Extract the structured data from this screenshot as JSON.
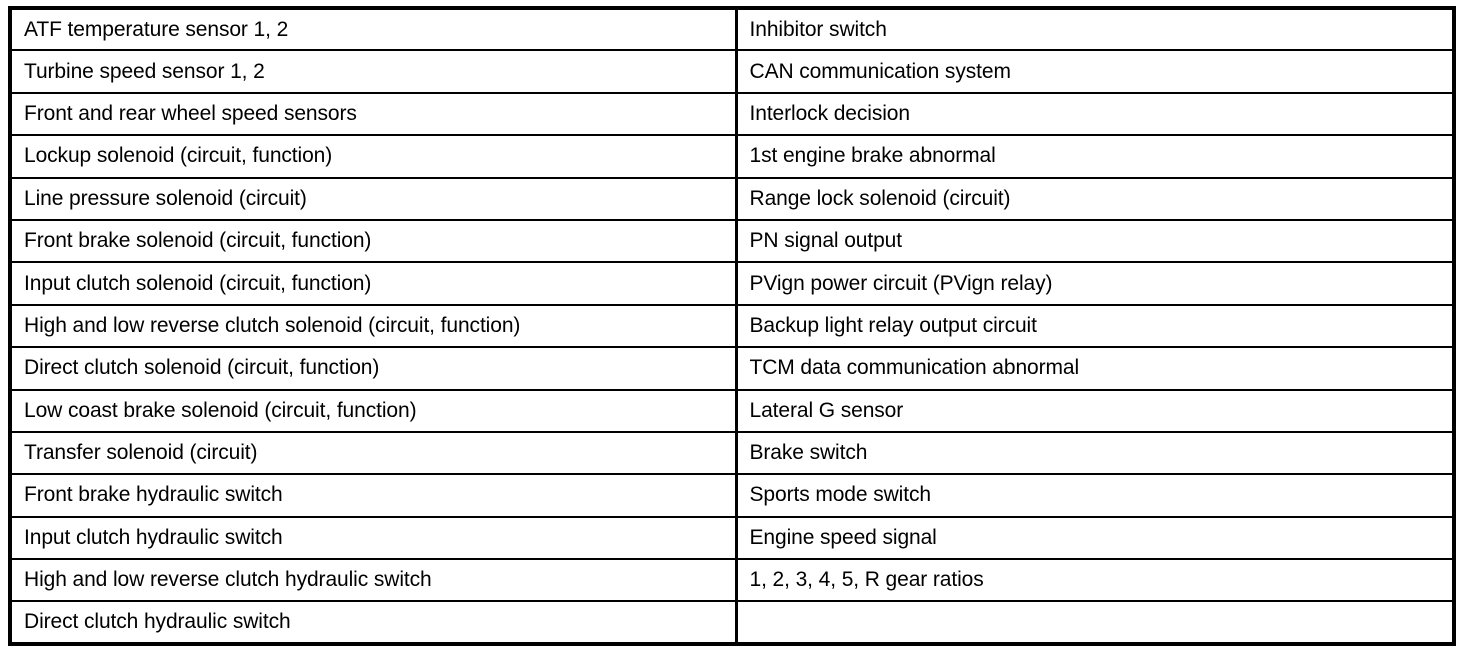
{
  "table": {
    "columns": 2,
    "row_count": 15,
    "border_color": "#000000",
    "background_color": "#ffffff",
    "text_color": "#000000",
    "rows": [
      {
        "left": "ATF temperature sensor 1, 2",
        "right": "Inhibitor switch"
      },
      {
        "left": "Turbine speed sensor 1, 2",
        "right": "CAN communication system"
      },
      {
        "left": "Front and rear wheel speed sensors",
        "right": "Interlock decision"
      },
      {
        "left": "Lockup solenoid (circuit, function)",
        "right": "1st engine brake abnormal"
      },
      {
        "left": "Line pressure solenoid (circuit)",
        "right": "Range lock solenoid (circuit)"
      },
      {
        "left": "Front brake solenoid (circuit, function)",
        "right": "PN signal output"
      },
      {
        "left": "Input clutch solenoid (circuit, function)",
        "right": "PVign power circuit (PVign relay)"
      },
      {
        "left": "High and low reverse clutch solenoid (circuit, function)",
        "right": "Backup light relay output circuit"
      },
      {
        "left": "Direct clutch solenoid (circuit, function)",
        "right": "TCM data communication abnormal"
      },
      {
        "left": "Low coast brake solenoid (circuit, function)",
        "right": "Lateral G sensor"
      },
      {
        "left": "Transfer solenoid (circuit)",
        "right": "Brake switch"
      },
      {
        "left": "Front brake hydraulic switch",
        "right": "Sports mode switch"
      },
      {
        "left": "Input clutch hydraulic switch",
        "right": "Engine speed signal"
      },
      {
        "left": "High and low reverse clutch hydraulic switch",
        "right": "1, 2, 3, 4, 5, R gear ratios"
      },
      {
        "left": "Direct clutch hydraulic switch",
        "right": ""
      }
    ]
  }
}
